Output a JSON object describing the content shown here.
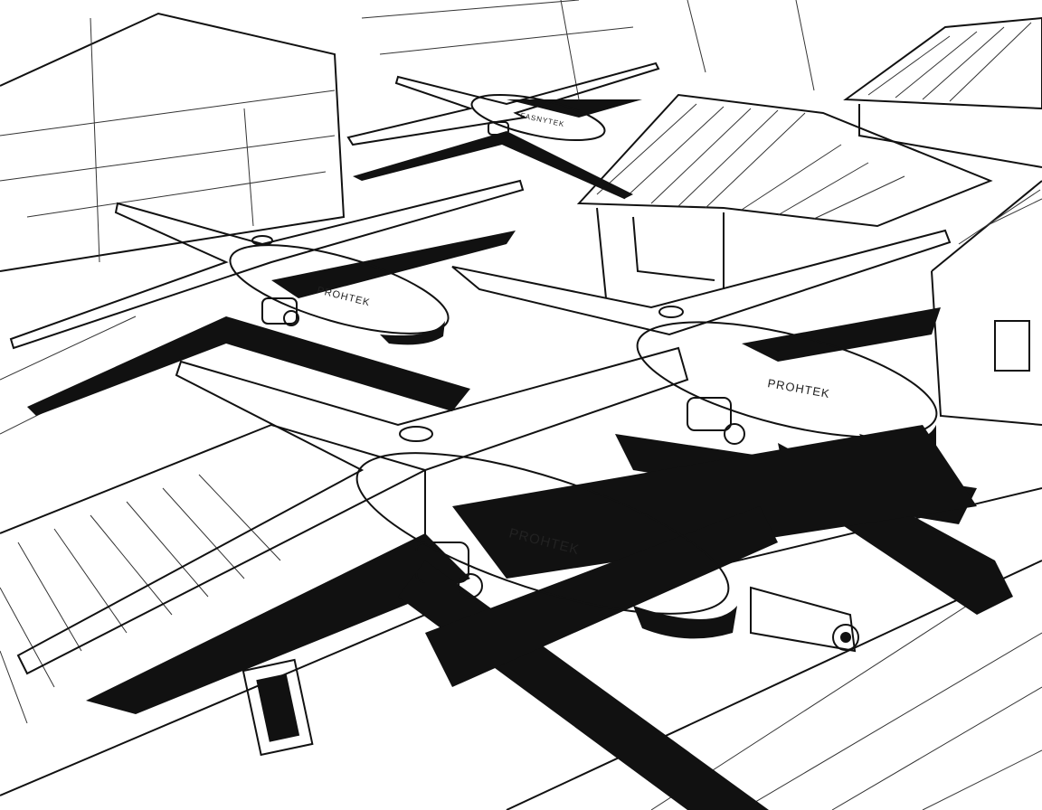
{
  "illustration": {
    "drones": [
      {
        "label": "FASNYTEK"
      },
      {
        "label": "PROHTEK"
      },
      {
        "label": "PROHTEK"
      },
      {
        "label": "PROHTEK"
      }
    ],
    "colors": {
      "ink": "#111111",
      "paper": "#ffffff"
    }
  }
}
